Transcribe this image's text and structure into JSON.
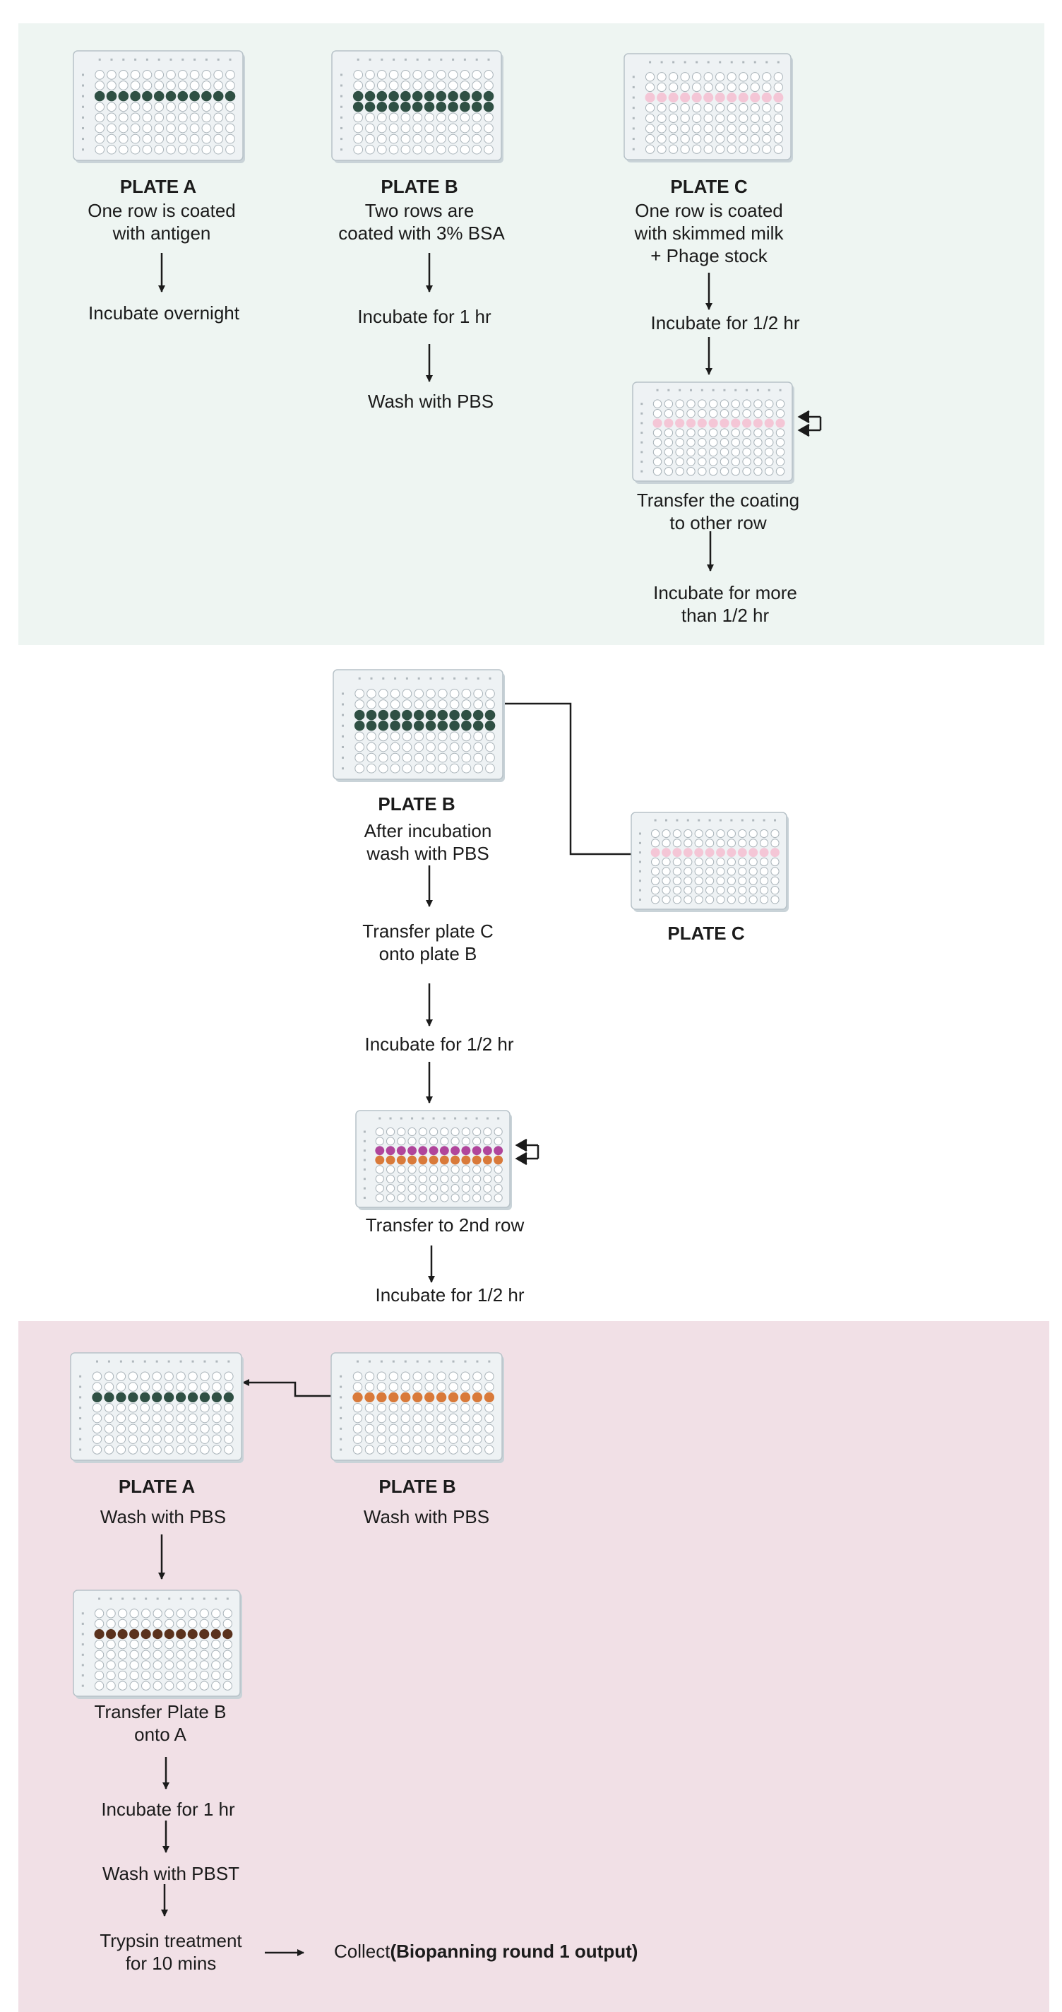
{
  "section1": {
    "plate_a": {
      "title": "PLATE A",
      "desc": [
        "One row is coated",
        "with antigen"
      ],
      "step1": "Incubate overnight"
    },
    "plate_b": {
      "title": "PLATE B",
      "desc": [
        "Two rows are",
        "coated with 3% BSA"
      ],
      "step1": "Incubate for 1 hr",
      "step2": "Wash with PBS"
    },
    "plate_c": {
      "title": "PLATE C",
      "desc": [
        "One row is coated",
        "with skimmed milk",
        "+ Phage stock"
      ],
      "step1": "Incubate for 1/2 hr",
      "step2": [
        "Transfer the coating",
        "to other row"
      ],
      "step3": [
        "Incubate for more",
        "than 1/2 hr"
      ]
    }
  },
  "section2": {
    "plate_b": {
      "title": "PLATE B",
      "desc": [
        "After incubation",
        "wash with PBS"
      ]
    },
    "plate_c": {
      "title": "PLATE C"
    },
    "step1": [
      "Transfer plate C",
      "onto plate B"
    ],
    "step2": "Incubate for 1/2 hr",
    "step3": "Transfer to 2nd row",
    "step4": "Incubate for 1/2 hr"
  },
  "section3": {
    "plate_a": {
      "title": "PLATE A",
      "desc": "Wash with PBS"
    },
    "plate_b": {
      "title": "PLATE B",
      "desc": "Wash with PBS"
    },
    "step1": [
      "Transfer Plate B",
      "onto A"
    ],
    "step2": "Incubate for 1 hr",
    "step3": "Wash with PBST",
    "step4": [
      "Trypsin treatment",
      "for 10 mins"
    ],
    "collect_prefix": "Collect",
    "collect_bold": "(Biopanning round 1 output)"
  },
  "colors": {
    "top_panel": "#eef5f2",
    "bottom_panel": "#f1e0e6",
    "antigen_green": "#2f5044",
    "phage_pink": "#f4c6d6",
    "magenta": "#b0459b",
    "orange": "#d97a3a",
    "brown": "#5a321d"
  }
}
